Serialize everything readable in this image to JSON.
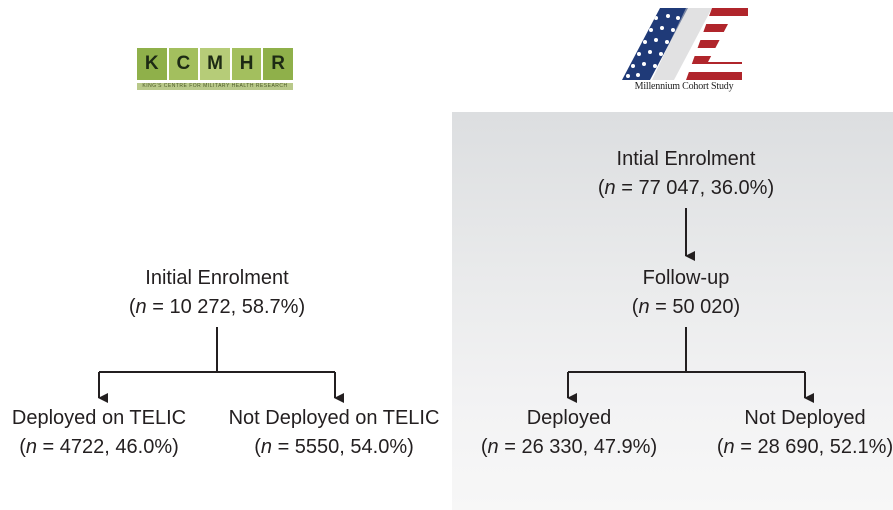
{
  "logos": {
    "left": {
      "letters": [
        "K",
        "C",
        "M",
        "H",
        "R"
      ],
      "subtitle": "KING'S CENTRE FOR MILITARY HEALTH RESEARCH"
    },
    "right": {
      "caption": "Millennium Cohort Study"
    }
  },
  "left_flow": {
    "enrolment": {
      "title": "Initial Enrolment",
      "n": "10 272, 58.7%)"
    },
    "deployed": {
      "title": "Deployed on TELIC",
      "n": "4722, 46.0%)"
    },
    "not_deployed": {
      "title": "Not Deployed on TELIC",
      "n": "5550, 54.0%)"
    }
  },
  "right_flow": {
    "enrolment": {
      "title": "Intial Enrolment",
      "n": "77 047, 36.0%)"
    },
    "followup": {
      "title": "Follow-up",
      "n": "50 020)"
    },
    "deployed": {
      "title": "Deployed",
      "n": "26 330, 47.9%)"
    },
    "not_deployed": {
      "title": "Not Deployed",
      "n": "28 690, 52.1%)"
    }
  },
  "n_prefix": "(",
  "n_symbol": "n",
  "n_equals": " = ",
  "colors": {
    "text": "#231f20",
    "panel": "#e6e7e8",
    "logo_green": "#8fb04a",
    "flag_red": "#b0252b",
    "flag_blue": "#1f3a78"
  }
}
